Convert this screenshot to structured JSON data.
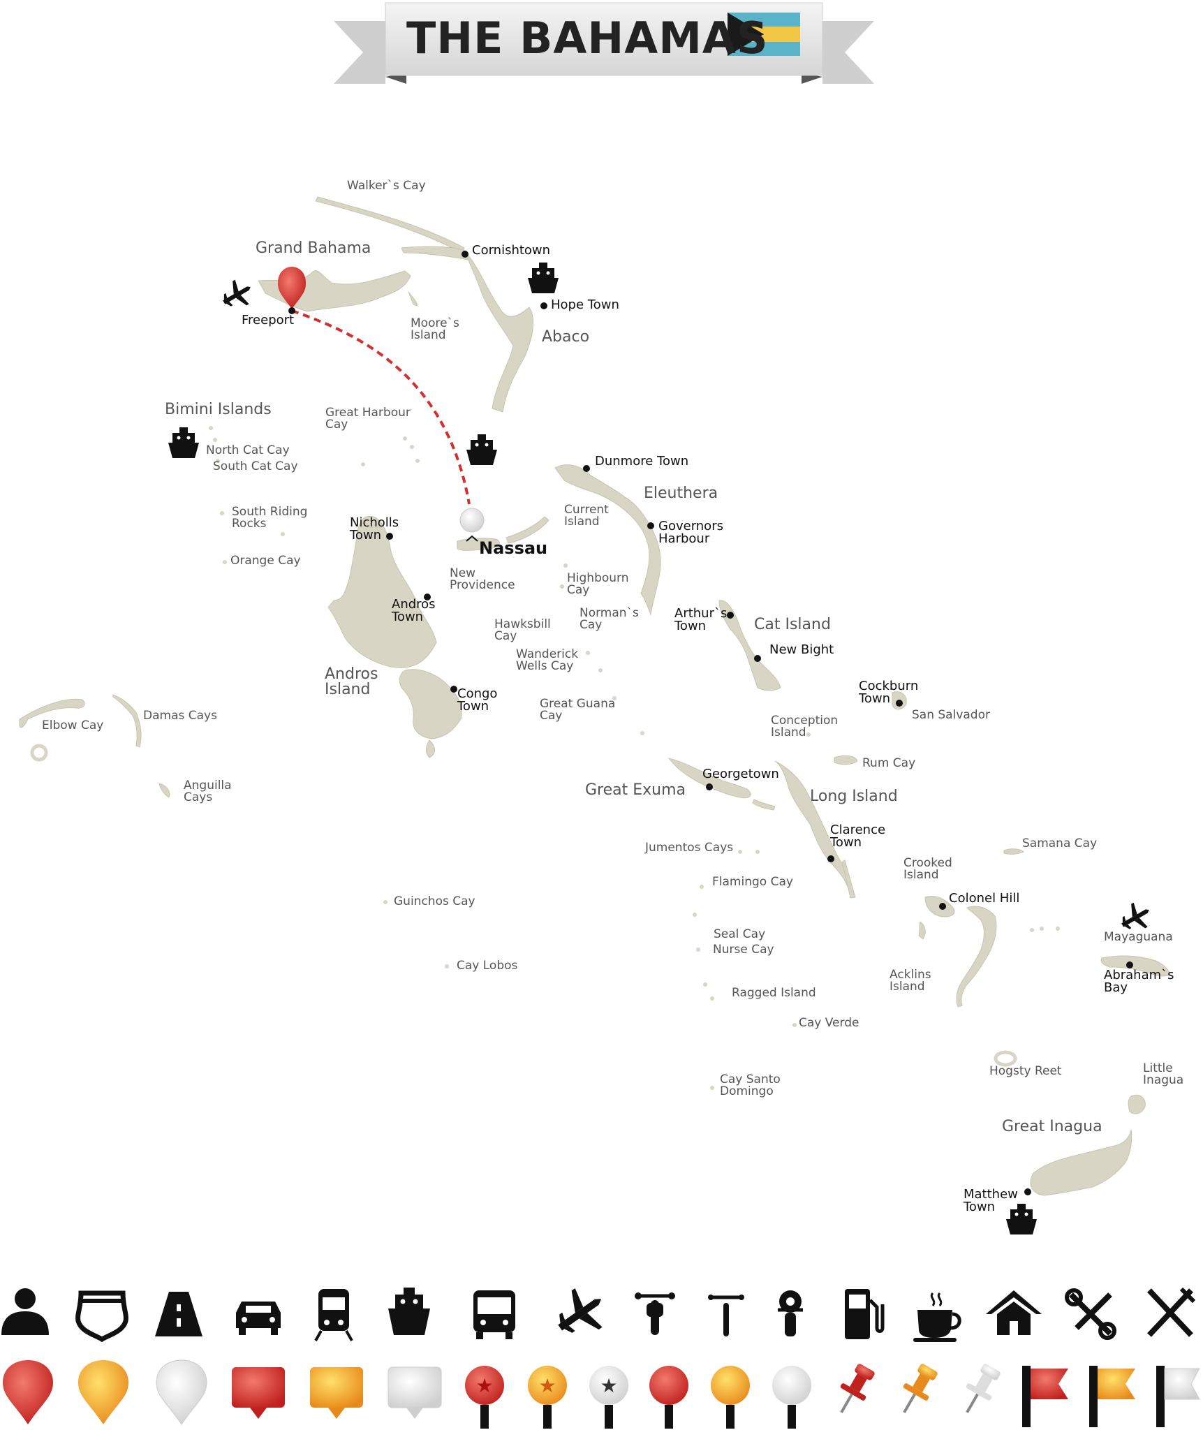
{
  "title": "THE BAHAMAS",
  "colors": {
    "land": "#d9d5c4",
    "route": "#d22f2f",
    "flag_aqua": "#5bb3c9",
    "flag_gold": "#f3c646",
    "flag_black": "#1a1a1a",
    "banner": "#e8e8e8"
  },
  "places": [
    {
      "id": "walkers-cay",
      "text": "Walker`s Cay",
      "cls": "place"
    },
    {
      "id": "grand-bahama",
      "text": "Grand Bahama",
      "cls": "region"
    },
    {
      "id": "cornishtown",
      "text": "Cornishtown",
      "cls": "town"
    },
    {
      "id": "hope-town",
      "text": "Hope Town",
      "cls": "town"
    },
    {
      "id": "freeport",
      "text": "Freeport",
      "cls": "town"
    },
    {
      "id": "moores-island",
      "text": "Moore`s\nIsland",
      "cls": "place"
    },
    {
      "id": "abaco",
      "text": "Abaco",
      "cls": "region"
    },
    {
      "id": "bimini-islands",
      "text": "Bimini Islands",
      "cls": "region"
    },
    {
      "id": "great-harbour-cay",
      "text": "Great Harbour\nCay",
      "cls": "place"
    },
    {
      "id": "north-cat-cay",
      "text": "North Cat Cay",
      "cls": "place"
    },
    {
      "id": "south-cat-cay",
      "text": "South Cat Cay",
      "cls": "place"
    },
    {
      "id": "dunmore-town",
      "text": "Dunmore Town",
      "cls": "town"
    },
    {
      "id": "eleuthera",
      "text": "Eleuthera",
      "cls": "region"
    },
    {
      "id": "current-island",
      "text": "Current\nIsland",
      "cls": "place"
    },
    {
      "id": "governors-harbour",
      "text": "Governors\nHarbour",
      "cls": "town"
    },
    {
      "id": "south-riding-rocks",
      "text": "South Riding\nRocks",
      "cls": "place"
    },
    {
      "id": "nicholls-town",
      "text": "Nicholls\nTown",
      "cls": "town"
    },
    {
      "id": "nassau",
      "text": "Nassau",
      "cls": "capital"
    },
    {
      "id": "orange-cay",
      "text": "Orange Cay",
      "cls": "place"
    },
    {
      "id": "new-providence",
      "text": "New\nProvidence",
      "cls": "place"
    },
    {
      "id": "highbourn-cay",
      "text": "Highbourn\nCay",
      "cls": "place"
    },
    {
      "id": "andros-town",
      "text": "Andros\nTown",
      "cls": "town"
    },
    {
      "id": "hawksbill-cay",
      "text": "Hawksbill\nCay",
      "cls": "place"
    },
    {
      "id": "normans-cay",
      "text": "Norman`s\nCay",
      "cls": "place"
    },
    {
      "id": "arthurs-town",
      "text": "Arthur`s\nTown",
      "cls": "town"
    },
    {
      "id": "cat-island",
      "text": "Cat Island",
      "cls": "region"
    },
    {
      "id": "new-bight",
      "text": "New Bight",
      "cls": "town"
    },
    {
      "id": "wanderick-wells-cay",
      "text": "Wanderick\nWells Cay",
      "cls": "place"
    },
    {
      "id": "andros-island",
      "text": "Andros\nIsland",
      "cls": "region"
    },
    {
      "id": "cockburn-town",
      "text": "Cockburn\nTown",
      "cls": "town"
    },
    {
      "id": "congo-town",
      "text": "Congo\nTown",
      "cls": "town"
    },
    {
      "id": "great-guana-cay",
      "text": "Great Guana\nCay",
      "cls": "place"
    },
    {
      "id": "san-salvador",
      "text": "San Salvador",
      "cls": "place"
    },
    {
      "id": "elbow-cay",
      "text": "Elbow Cay",
      "cls": "place"
    },
    {
      "id": "damas-cays",
      "text": "Damas Cays",
      "cls": "place"
    },
    {
      "id": "conception-island",
      "text": "Conception\nIsland",
      "cls": "place"
    },
    {
      "id": "rum-cay",
      "text": "Rum Cay",
      "cls": "place"
    },
    {
      "id": "georgetown",
      "text": "Georgetown",
      "cls": "town"
    },
    {
      "id": "anguilla-cays",
      "text": "Anguilla\nCays",
      "cls": "place"
    },
    {
      "id": "great-exuma",
      "text": "Great Exuma",
      "cls": "region"
    },
    {
      "id": "long-island",
      "text": "Long Island",
      "cls": "region"
    },
    {
      "id": "clarence-town",
      "text": "Clarence\nTown",
      "cls": "town"
    },
    {
      "id": "samana-cay",
      "text": "Samana Cay",
      "cls": "place"
    },
    {
      "id": "jumentos-cays",
      "text": "Jumentos Cays",
      "cls": "place"
    },
    {
      "id": "crooked-island",
      "text": "Crooked\nIsland",
      "cls": "place"
    },
    {
      "id": "flamingo-cay",
      "text": "Flamingo Cay",
      "cls": "place"
    },
    {
      "id": "colonel-hill",
      "text": "Colonel Hill",
      "cls": "town"
    },
    {
      "id": "guinchos-cay",
      "text": "Guinchos Cay",
      "cls": "place"
    },
    {
      "id": "mayaguana",
      "text": "Mayaguana",
      "cls": "place"
    },
    {
      "id": "seal-cay",
      "text": "Seal Cay",
      "cls": "place"
    },
    {
      "id": "nurse-cay",
      "text": "Nurse Cay",
      "cls": "place"
    },
    {
      "id": "cay-lobos",
      "text": "Cay Lobos",
      "cls": "place"
    },
    {
      "id": "acklins-island",
      "text": "Acklins\nIsland",
      "cls": "place"
    },
    {
      "id": "abrahams-bay",
      "text": "Abraham`s\nBay",
      "cls": "town"
    },
    {
      "id": "ragged-island",
      "text": "Ragged Island",
      "cls": "place"
    },
    {
      "id": "cay-verde",
      "text": "Cay Verde",
      "cls": "place"
    },
    {
      "id": "hogsty-reet",
      "text": "Hogsty Reet",
      "cls": "place"
    },
    {
      "id": "little-inagua",
      "text": "Little\nInagua",
      "cls": "place"
    },
    {
      "id": "cay-santo-domingo",
      "text": "Cay Santo\nDomingo",
      "cls": "place"
    },
    {
      "id": "great-inagua",
      "text": "Great Inagua",
      "cls": "region"
    },
    {
      "id": "matthew-town",
      "text": "Matthew\nTown",
      "cls": "town"
    }
  ],
  "map_icons": [
    "airplane-icon",
    "ship-icon"
  ],
  "icon_row": [
    "person-icon",
    "highway-shield-icon",
    "road-icon",
    "car-icon",
    "train-icon",
    "ship-icon",
    "bus-icon",
    "airplane-icon",
    "motorcycle-icon",
    "bicycle-icon",
    "scooter-icon",
    "fuel-pump-icon",
    "coffee-cup-icon",
    "house-icon",
    "tools-icon",
    "restaurant-icon"
  ],
  "marker_row": [
    "red-map-pin",
    "orange-map-pin",
    "white-map-pin",
    "red-callout-pin",
    "orange-callout-pin",
    "white-callout-pin",
    "red-star-pin",
    "orange-star-pin",
    "white-star-pin",
    "red-round-pin",
    "orange-round-pin",
    "white-round-pin",
    "red-pushpin",
    "orange-pushpin",
    "white-pushpin",
    "red-flag",
    "yellow-flag",
    "white-flag"
  ]
}
